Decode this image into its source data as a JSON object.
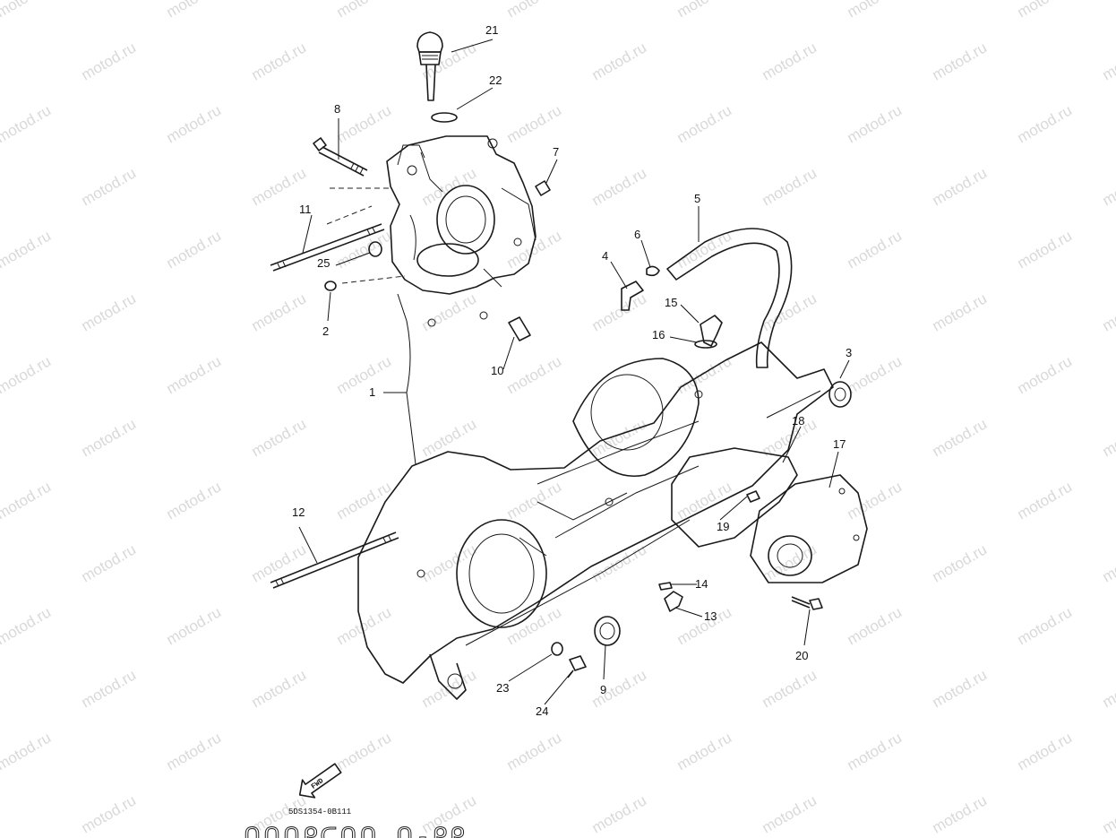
{
  "watermark": "motod.ru",
  "diagram_code": "5DS1354-0B111",
  "bottom_ghost_text": "ᑎᑎᑎᑭᑕᑎᑎ ᑎ-ᑭᑭ",
  "fwd_label": "FWD",
  "callouts": [
    {
      "id": "1",
      "label": "1"
    },
    {
      "id": "2",
      "label": "2"
    },
    {
      "id": "3",
      "label": "3"
    },
    {
      "id": "4",
      "label": "4"
    },
    {
      "id": "5",
      "label": "5"
    },
    {
      "id": "6",
      "label": "6"
    },
    {
      "id": "7",
      "label": "7"
    },
    {
      "id": "8",
      "label": "8"
    },
    {
      "id": "9",
      "label": "9"
    },
    {
      "id": "10",
      "label": "10"
    },
    {
      "id": "11",
      "label": "11"
    },
    {
      "id": "12",
      "label": "12"
    },
    {
      "id": "13",
      "label": "13"
    },
    {
      "id": "14",
      "label": "14"
    },
    {
      "id": "15",
      "label": "15"
    },
    {
      "id": "16",
      "label": "16"
    },
    {
      "id": "17",
      "label": "17"
    },
    {
      "id": "18",
      "label": "18"
    },
    {
      "id": "19",
      "label": "19"
    },
    {
      "id": "20",
      "label": "20"
    },
    {
      "id": "21",
      "label": "21"
    },
    {
      "id": "22",
      "label": "22"
    },
    {
      "id": "23",
      "label": "23"
    },
    {
      "id": "24",
      "label": "24"
    },
    {
      "id": "25",
      "label": "25"
    }
  ]
}
